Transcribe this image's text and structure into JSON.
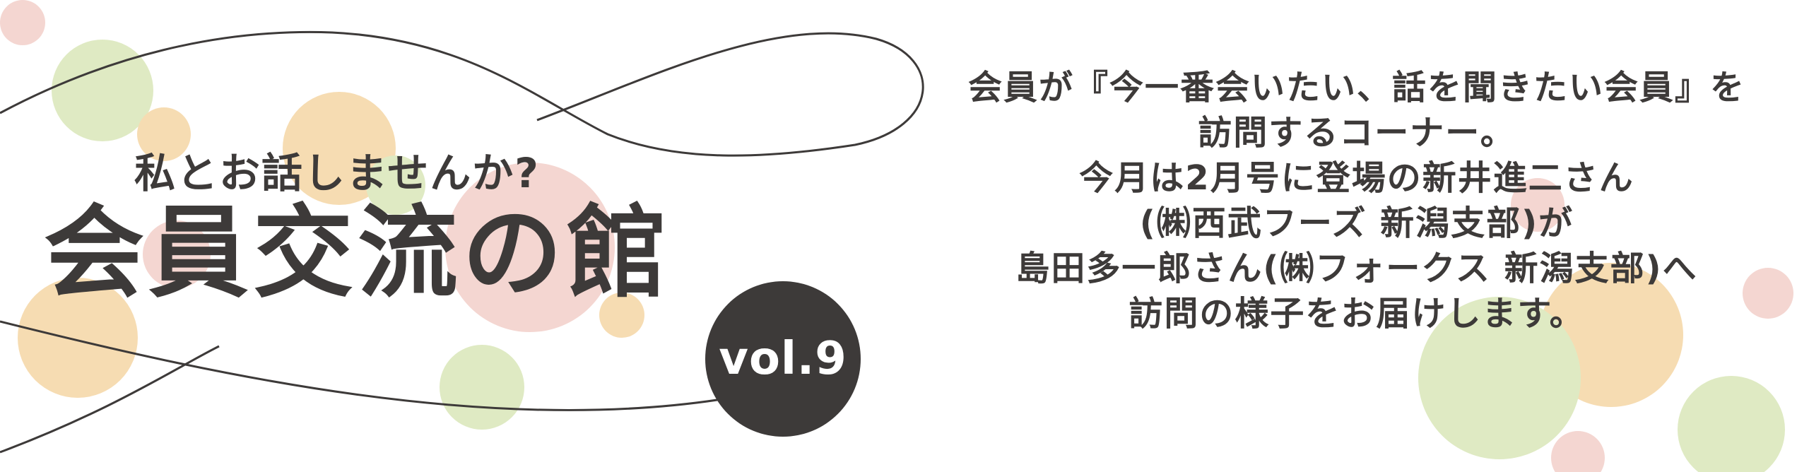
{
  "banner": {
    "subtitle": "私とお話しませんか?",
    "title": "会員交流の館",
    "vol": "vol.9"
  },
  "intro": {
    "lines": [
      "会員が『今一番会いたい、話を聞きたい会員』を",
      "訪問するコーナー。",
      "今月は2月号に登場の新井進二さん",
      "(㈱西武フーズ 新潟支部)が",
      "島田多一郎さん(㈱フォークス 新潟支部)へ",
      "訪問の様子をお届けします。"
    ]
  },
  "colors": {
    "text": "#3d3a39",
    "pink": "#f4d6d1",
    "green": "#dfeac3",
    "orange": "#f6dcb2",
    "background": "#ffffff"
  }
}
